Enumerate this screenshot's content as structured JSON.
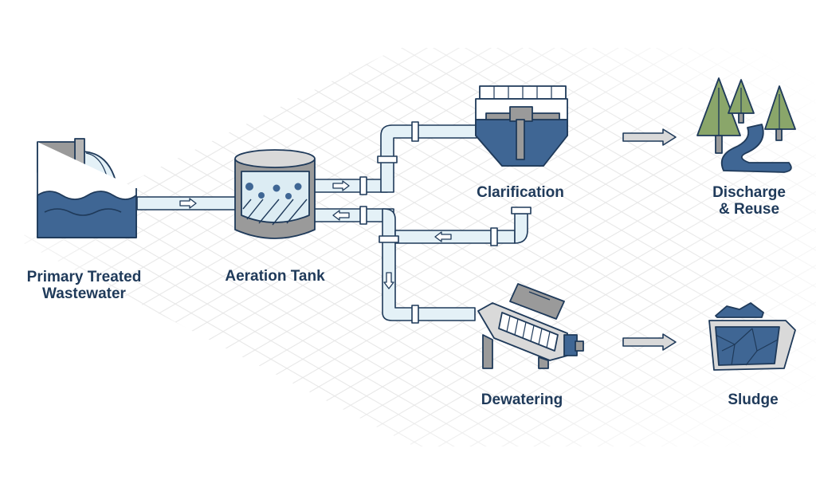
{
  "colors": {
    "navy": "#1f3a5a",
    "water": "#3f6694",
    "light_blue": "#dcecf3",
    "pipe": "#e4f1f7",
    "gray": "#9a9a9a",
    "light_gray": "#d9d9d9",
    "tree_green": "#8aa66a",
    "grid": "#e6e6e6"
  },
  "labels": {
    "primary": [
      "Primary Treated",
      "Wastewater"
    ],
    "aeration": "Aeration Tank",
    "clarification": "Clarification",
    "discharge": [
      "Discharge",
      "& Reuse"
    ],
    "dewatering": "Dewatering",
    "sludge": "Sludge"
  },
  "icons": {
    "primary": "wastewater-basin-icon",
    "aeration": "aeration-tank-icon",
    "clarification": "clarifier-icon",
    "discharge": "trees-river-icon",
    "dewatering": "screw-press-icon",
    "sludge": "sludge-bin-icon"
  }
}
